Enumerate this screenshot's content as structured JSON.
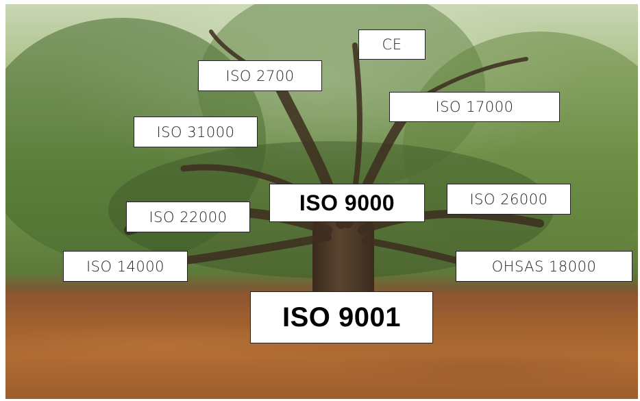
{
  "labels": {
    "ce": "CE",
    "iso_2700": "ISO 2700",
    "iso_17000": "ISO  17000",
    "iso_31000": "ISO 31000",
    "iso_9000": "ISO 9000",
    "iso_26000": "ISO 26000",
    "iso_22000": "ISO 22000",
    "iso_14000": "ISO 14000",
    "ohsas_18000": "OHSAS 18000",
    "iso_9001": "ISO 9001"
  },
  "colors": {
    "foliage": "#6a8a43",
    "leaf_litter": "#a4632f",
    "trunk": "#4a3726",
    "label_bg": "#ffffff",
    "label_text": "#222222"
  }
}
